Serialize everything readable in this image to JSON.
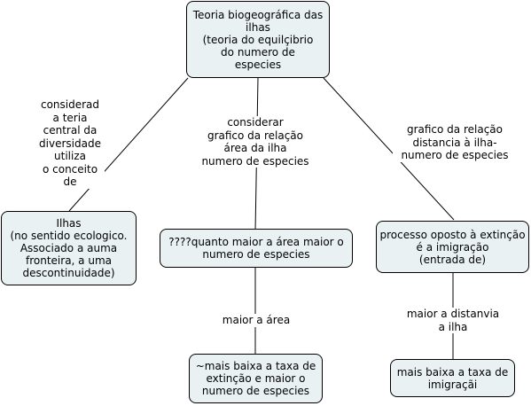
{
  "colors": {
    "node_fill": "#e9f1f2",
    "border": "#000000",
    "background": "#ffffff"
  },
  "nodes": {
    "root": "Teoria biogeográfica das\nilhas\n(teoria do equilçibrio\ndo numero de\nespecies",
    "ilhas": "Ilhas\n(no sentido ecologico.\nAssociado a auma\nfronteira, a uma\ndescontinuidade)",
    "area": "????quanto maior a área maior o\nnumero de especies",
    "extincao": "~mais baixa a taxa de\nextinção e maior o\nnumero de especies",
    "processo": "processo oposto à extinção\né a imigração\n(entrada de)",
    "imigracao": "mais baixa a taxa de\nimigraçãi"
  },
  "links": {
    "considerada": "considerad\na teria\ncentral da\ndiversidade\nutiliza\no conceito\nde",
    "considerar": "considerar\ngrafico da relação\nárea da ilha\nnumero de especies",
    "grafico": "grafico da relação\ndistancia à ilha-\nnumero de especies",
    "maior_area": "maior a área",
    "maior_distancia": "maior a distanvia\na ilha"
  }
}
